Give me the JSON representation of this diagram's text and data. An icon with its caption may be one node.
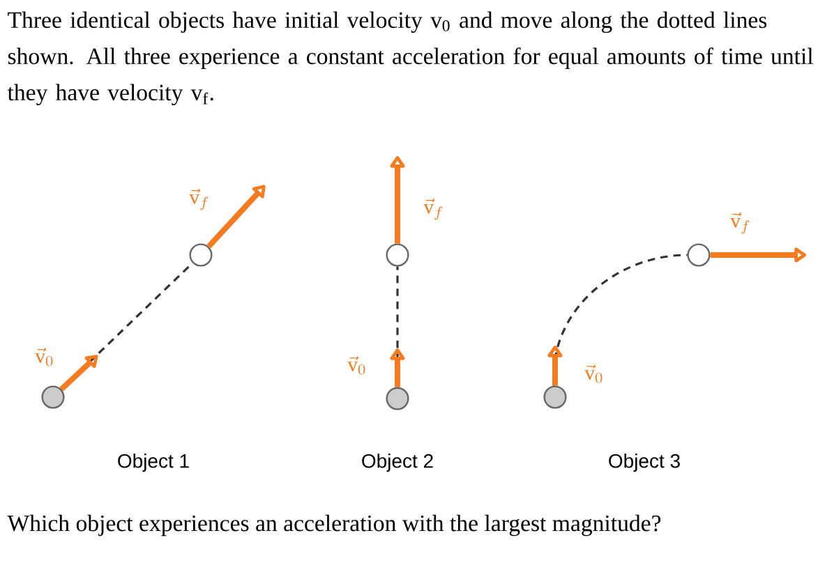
{
  "diagram": {
    "title": "Three identical objects have initial velocity v$_{0}$ and move along the dotted lines shown.  All three experience a constant acceleration for equal amounts of time until they have velocity v$_{f}$.",
    "caption": "Which object experiences an acceleration with the largest magnitude?",
    "nodes": [
      {
        "text": [],
        "shape": "circle"
      },
      {
        "text": [],
        "shape": "circle"
      },
      {
        "text": [],
        "shape": "circle"
      },
      {
        "text": [],
        "shape": "circle"
      },
      {
        "text": [],
        "shape": "circle"
      },
      {
        "text": [],
        "shape": "circle"
      }
    ],
    "edges": [
      {
        "from": 0,
        "to": 1,
        "arrow": "none",
        "style": "dashed",
        "color": "#333333"
      },
      {
        "from": 0,
        "to": null,
        "arrow": "to",
        "label": "\\vec{\\mathrm{v}}_0"
      },
      {
        "from": 1,
        "to": null,
        "arrow": "to",
        "label": "\\vec{\\mathrm{v}}_f"
      },
      {
        "from": 2,
        "to": 3,
        "arrow": "none",
        "style": "dashed",
        "color": "#333333"
      },
      {
        "from": 2,
        "to": null,
        "arrow": "to",
        "label": "\\vec{\\mathrm{v}}_0"
      },
      {
        "from": 3,
        "to": null,
        "arrow": "to",
        "label": "\\vec{\\mathrm{v}}_f"
      },
      {
        "from": 4,
        "to": 5,
        "arrow": "none",
        "style": "dashed",
        "color": "#333333"
      },
      {
        "from": 4,
        "to": null,
        "arrow": "to",
        "label": "\\vec{\\mathrm{v}}_0"
      },
      {
        "from": 5,
        "to": null,
        "arrow": "to",
        "label": "\\vec{\\mathrm{v}}_f"
      }
    ],
    "labels": [
      "Object 1",
      "Object 2",
      "Object 3"
    ]
  }
}
